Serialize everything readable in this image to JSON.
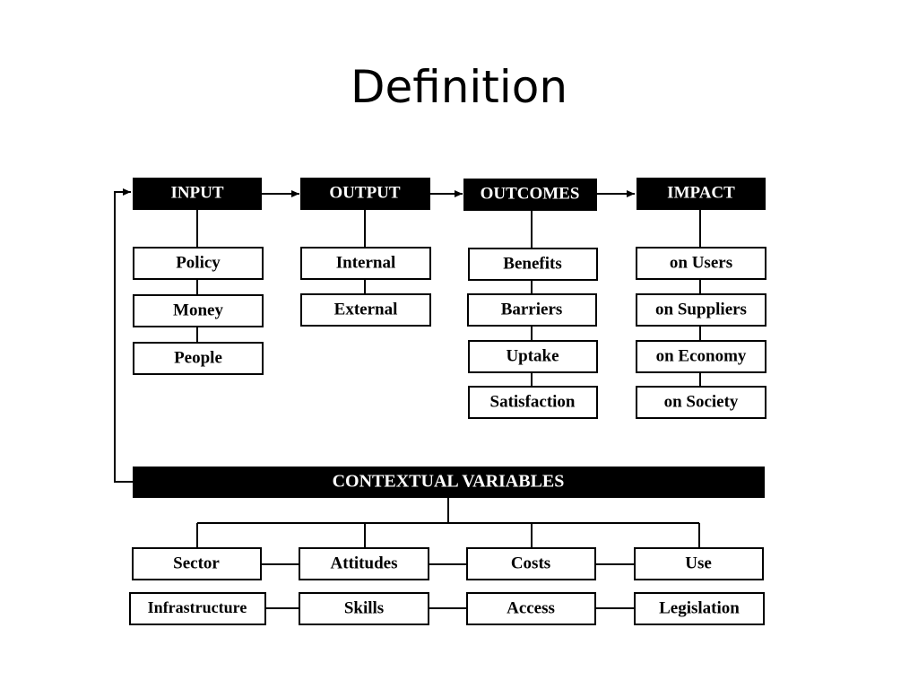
{
  "title": "Definition",
  "colors": {
    "header_fill": "#000000",
    "box_fill": "#ffffff",
    "line": "#000000",
    "header_text": "#ffffff"
  },
  "flow": {
    "input": {
      "label": "INPUT",
      "items": [
        "Policy",
        "Money",
        "People"
      ]
    },
    "output": {
      "label": "OUTPUT",
      "items": [
        "Internal",
        "External"
      ]
    },
    "outcomes": {
      "label": "OUTCOMES",
      "items": [
        "Benefits",
        "Barriers",
        "Uptake",
        "Satisfaction"
      ]
    },
    "impact": {
      "label": "IMPACT",
      "items": [
        "on Users",
        "on Suppliers",
        "on Economy",
        "on Society"
      ]
    }
  },
  "contextual": {
    "label": "CONTEXTUAL VARIABLES",
    "row1": [
      "Sector",
      "Attitudes",
      "Costs",
      "Use"
    ],
    "row2": [
      "Infrastructure",
      "Skills",
      "Access",
      "Legislation"
    ]
  }
}
